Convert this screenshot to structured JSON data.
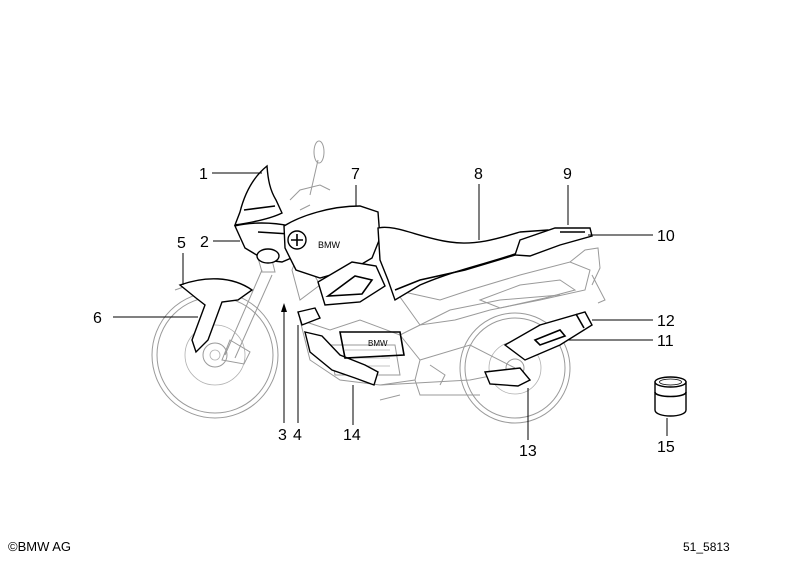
{
  "callouts": [
    {
      "label": "1"
    },
    {
      "label": "2"
    },
    {
      "label": "3"
    },
    {
      "label": "4"
    },
    {
      "label": "5"
    },
    {
      "label": "6"
    },
    {
      "label": "7"
    },
    {
      "label": "8"
    },
    {
      "label": "9"
    },
    {
      "label": "10"
    },
    {
      "label": "11"
    },
    {
      "label": "12"
    },
    {
      "label": "13"
    },
    {
      "label": "14"
    },
    {
      "label": "15"
    }
  ],
  "tank_logo_text": "BMW",
  "footer": {
    "copyright_symbol": "©",
    "copyright": "BMW AG",
    "diagram_number": "51_5813"
  }
}
